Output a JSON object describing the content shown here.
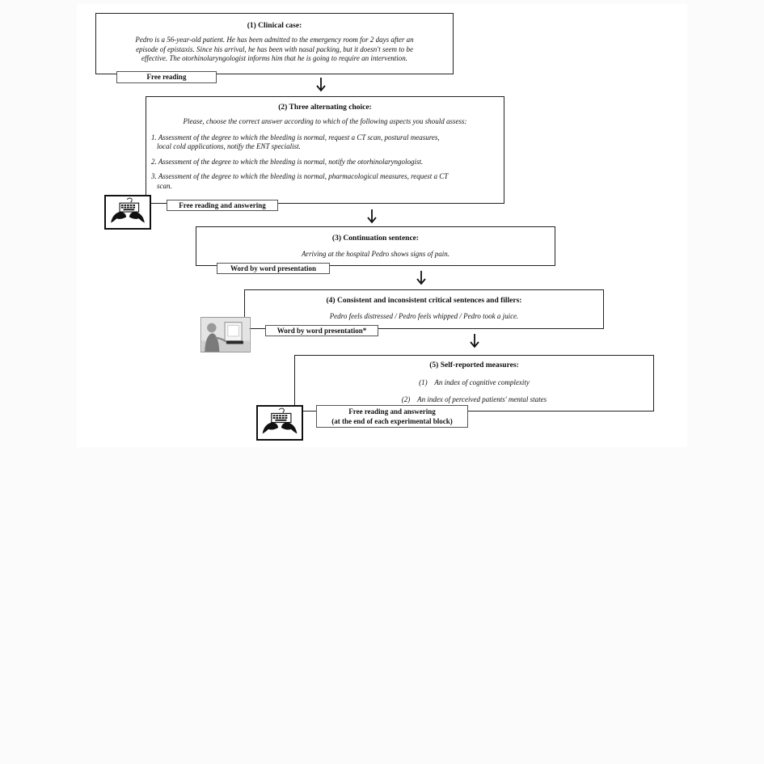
{
  "diagram": {
    "step1": {
      "title": "(1) Clinical case:",
      "lines": [
        "Pedro is a 56-year-old patient. He has been admitted to the emergency room for 2 days after an",
        "episode of epistaxis. Since his arrival, he has been with nasal packing, but it doesn't seem to be",
        "effective. The otorhinolaryngologist informs him that he is going to require an intervention."
      ],
      "tag": "Free reading"
    },
    "step2": {
      "title": "(2) Three alternating choice:",
      "instruction": "Please, choose the correct answer according to which of the following aspects you should assess:",
      "options": [
        [
          "1. Assessment of the degree to which the bleeding is normal, request a CT scan, postural measures,",
          "local cold applications, notify the ENT specialist."
        ],
        [
          "2. Assessment of the degree to which the bleeding is normal, notify the otorhinolaryngologist."
        ],
        [
          "3. Assessment of the degree to which the bleeding is normal, pharmacological measures, request a CT",
          "scan."
        ]
      ],
      "tag": "Free reading and answering",
      "icon": "keyboard-hands-icon"
    },
    "step3": {
      "title": "(3) Continuation sentence:",
      "sentence": "Arriving at the hospital Pedro shows signs of pain.",
      "tag": "Word by word presentation"
    },
    "step4": {
      "title": "(4) Consistent and inconsistent critical sentences and fillers:",
      "sentence": "Pedro feels distressed / Pedro feels whipped / Pedro took a juice.",
      "tag": "Word by word presentation*",
      "icon": "participant-at-screen-photo-icon"
    },
    "step5": {
      "title": "(5) Self-reported measures:",
      "measures": [
        "(1)    An index of cognitive complexity",
        "(2)    An index of perceived patients' mental states"
      ],
      "tag_line1": "Free reading and answering",
      "tag_line2": "(at the end of each experimental block)",
      "icon": "keyboard-hands-icon"
    }
  }
}
